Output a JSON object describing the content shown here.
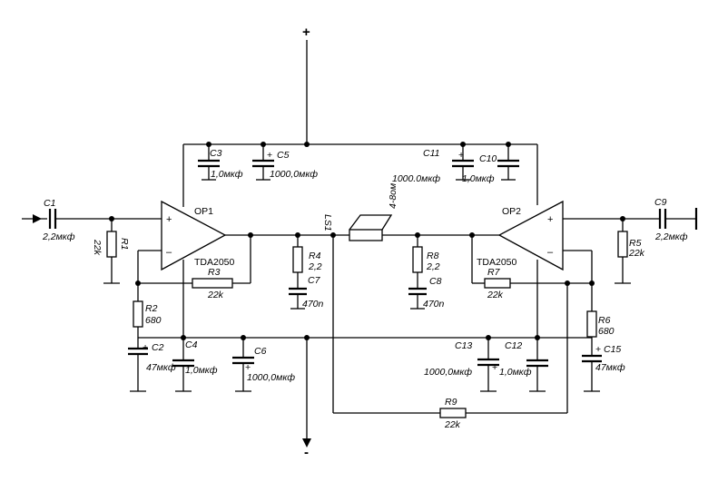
{
  "power": {
    "plus": "+",
    "minus": "-"
  },
  "opamps": [
    {
      "name": "OP1",
      "part": "TDA2050",
      "in_plus": "+",
      "in_minus": "–"
    },
    {
      "name": "OP2",
      "part": "TDA2050",
      "in_plus": "+",
      "in_minus": "–"
    }
  ],
  "capacitors": {
    "C1": {
      "name": "C1",
      "value": "2,2мкф"
    },
    "C2": {
      "name": "C2",
      "value": "47мкф",
      "polarity": "+"
    },
    "C3": {
      "name": "C3",
      "value": "1,0мкф"
    },
    "C4": {
      "name": "C4",
      "value": "1,0мкф"
    },
    "C5": {
      "name": "C5",
      "value": "1000,0мкф",
      "polarity": "+"
    },
    "C6": {
      "name": "C6",
      "value": "1000,0мкф",
      "polarity": "+"
    },
    "C7": {
      "name": "C7",
      "value": "470n"
    },
    "C8": {
      "name": "C8",
      "value": "470n"
    },
    "C9": {
      "name": "C9",
      "value": "2,2мкф"
    },
    "C10": {
      "name": "C10",
      "value": "1,0мкф"
    },
    "C11": {
      "name": "C11",
      "value": "1000.0мкф",
      "polarity": "+"
    },
    "C12": {
      "name": "C12",
      "value": "1,0мкф"
    },
    "C13": {
      "name": "C13",
      "value": "1000,0мкф",
      "polarity": "+"
    },
    "C15": {
      "name": "C15",
      "value": "47мкф",
      "polarity": "+"
    }
  },
  "resistors": {
    "R1": {
      "name": "R1",
      "value": "22k"
    },
    "R2": {
      "name": "R2",
      "value": "680"
    },
    "R3": {
      "name": "R3",
      "value": "22k"
    },
    "R4": {
      "name": "R4",
      "value": "2,2"
    },
    "R5": {
      "name": "R5",
      "value": "22k"
    },
    "R6": {
      "name": "R6",
      "value": "680"
    },
    "R7": {
      "name": "R7",
      "value": "22k"
    },
    "R8": {
      "name": "R8",
      "value": "2,2"
    },
    "R9": {
      "name": "R9",
      "value": "22k"
    }
  },
  "speaker": {
    "name": "LS1",
    "value": "4-8ом"
  }
}
